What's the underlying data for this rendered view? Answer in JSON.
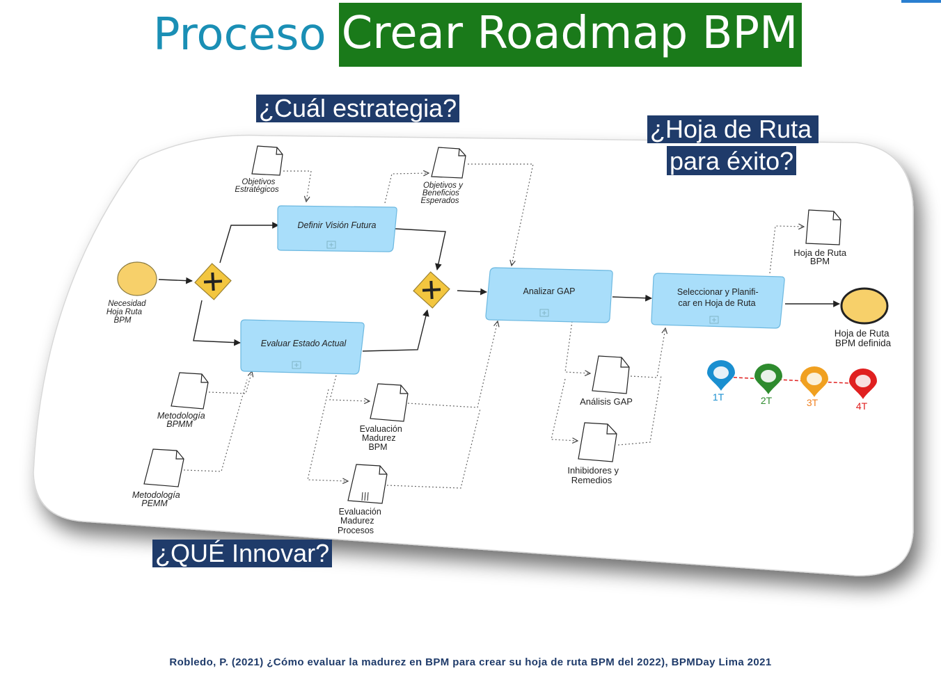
{
  "title": {
    "part1": "Proceso",
    "part2": "Crear Roadmap BPM"
  },
  "questions": {
    "strategy": "¿Cuál estrategia?",
    "roadmap_line1": "¿Hoja de Ruta",
    "roadmap_line2": "para éxito?",
    "innovate": "¿QUÉ Innovar?"
  },
  "events": {
    "start": {
      "label_lines": [
        "Necesidad",
        "Hoja Ruta",
        "BPM"
      ]
    },
    "end": {
      "label_lines": [
        "Hoja de Ruta",
        "BPM definida"
      ]
    }
  },
  "tasks": {
    "definir": {
      "label_lines": [
        "Definir Visión Futura"
      ]
    },
    "evaluar": {
      "label_lines": [
        "Evaluar Estado Actual"
      ]
    },
    "analizar": {
      "label_lines": [
        "Analizar GAP"
      ]
    },
    "seleccionar": {
      "label_lines": [
        "Seleccionar y Planifi-",
        "car en Hoja de Ruta"
      ]
    }
  },
  "documents": {
    "objetivos_estrategicos": [
      "Objetivos",
      "Estratégicos"
    ],
    "objetivos_beneficios": [
      "Objetivos y",
      "Beneficios",
      "Esperados"
    ],
    "hoja_ruta": [
      "Hoja de Ruta",
      "BPM"
    ],
    "metodologia_bpmm": [
      "Metodología",
      "BPMM"
    ],
    "metodologia_pemm": [
      "Metodología",
      "PEMM"
    ],
    "evaluacion_bpm": [
      "Evaluación",
      "Madurez",
      "BPM"
    ],
    "evaluacion_procesos": [
      "Evaluación",
      "Madurez",
      "Procesos"
    ],
    "analisis_gap": [
      "Análisis GAP"
    ],
    "inhibidores": [
      "Inhibidores y",
      "Remedios"
    ]
  },
  "timeline": {
    "markers": [
      {
        "label": "1T",
        "color": "#1a8fd0"
      },
      {
        "label": "2T",
        "color": "#2e8b2e"
      },
      {
        "label": "3T",
        "color": "#f0a020"
      },
      {
        "label": "4T",
        "color": "#e02020"
      }
    ],
    "connector_color": "#e02020"
  },
  "colors": {
    "task_fill": "#a9defa",
    "task_stroke": "#6cb8e0",
    "event_fill": "#f7d06a",
    "gateway_fill": "#f3c63f",
    "title_blue": "#1a8fb5",
    "title_green": "#1a7a1a",
    "label_navy": "#1f3b6a"
  },
  "citation": "Robledo, P. (2021) ¿Cómo evaluar la madurez en BPM para crear su hoja de ruta BPM del 2022), BPMDay Lima 2021"
}
